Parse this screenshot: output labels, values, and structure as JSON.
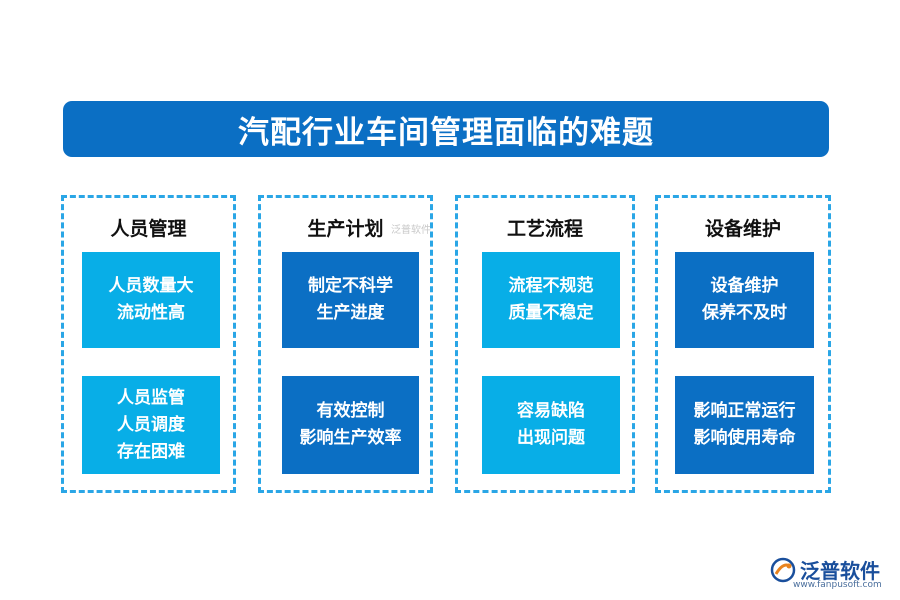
{
  "title": "汽配行业车间管理面临的难题",
  "columns": [
    {
      "title": "人员管理",
      "cards": [
        {
          "lines": [
            "人员数量大",
            "流动性高"
          ]
        },
        {
          "lines": [
            "人员监管",
            "人员调度",
            "存在困难"
          ]
        }
      ]
    },
    {
      "title": "生产计划",
      "cards": [
        {
          "lines": [
            "制定不科学",
            "生产进度"
          ]
        },
        {
          "lines": [
            "有效控制",
            "影响生产效率"
          ]
        }
      ]
    },
    {
      "title": "工艺流程",
      "cards": [
        {
          "lines": [
            "流程不规范",
            "质量不稳定"
          ]
        },
        {
          "lines": [
            "容易缺陷",
            "出现问题"
          ]
        }
      ]
    },
    {
      "title": "设备维护",
      "cards": [
        {
          "lines": [
            "设备维护",
            "保养不及时"
          ]
        },
        {
          "lines": [
            "影响正常运行",
            "影响使用寿命"
          ]
        }
      ]
    }
  ],
  "watermark": "泛普软件",
  "logo": {
    "name": "泛普软件",
    "url": "www.fanpusoft.com"
  },
  "colors": {
    "title_bg": "#0b6fc4",
    "card_light": "#08aee7",
    "card_dark": "#0b6fc4",
    "dashed_border": "#2aa6e6"
  }
}
